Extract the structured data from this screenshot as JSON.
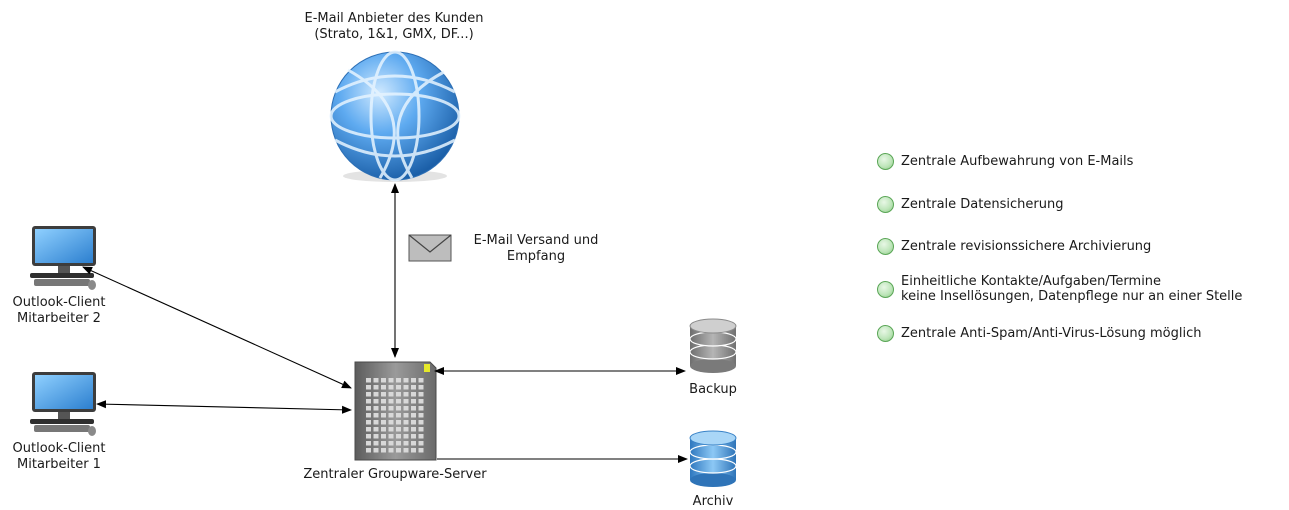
{
  "provider": {
    "title": "E-Mail Anbieter des Kunden",
    "subtitle": "(Strato, 1&1, GMX, DF...)"
  },
  "mail_flow": {
    "line1": "E-Mail Versand und",
    "line2": "Empfang"
  },
  "clients": [
    {
      "line1": "Outlook-Client",
      "line2": "Mitarbeiter 2"
    },
    {
      "line1": "Outlook-Client",
      "line2": "Mitarbeiter 1"
    }
  ],
  "server": {
    "label": "Zentraler Groupware-Server"
  },
  "backup": {
    "label": "Backup"
  },
  "archive": {
    "label": "Archiv"
  },
  "benefits": [
    {
      "text": "Zentrale Aufbewahrung von E-Mails"
    },
    {
      "text": "Zentrale Datensicherung"
    },
    {
      "text": "Zentrale revisionssichere Archivierung"
    },
    {
      "text": "Einheitliche Kontakte/Aufgaben/Termine",
      "text2": "keine Insellösungen, Datenpflege nur an einer Stelle"
    },
    {
      "text": "Zentrale Anti-Spam/Anti-Virus-Lösung möglich"
    }
  ],
  "colors": {
    "globe": "#3f8fd6",
    "monitor": "#3a8fdc",
    "server": "#7a7a7a",
    "backup_db": "#8c8c8c",
    "archive_db": "#4d9ad8",
    "bullet": "#8cc985"
  }
}
